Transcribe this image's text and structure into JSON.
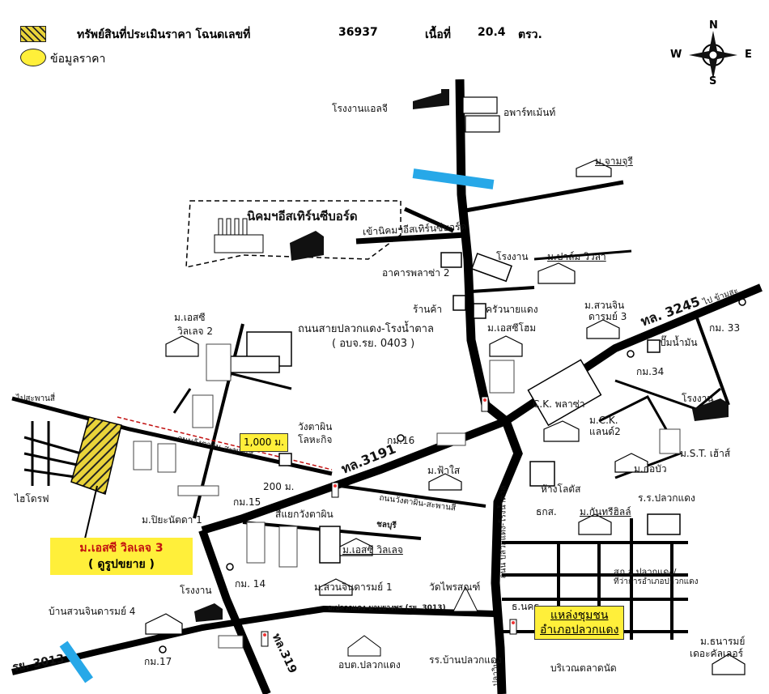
{
  "header": {
    "legend_property": "ทรัพย์สินที่ประเมินราคา โฉนดเลขที่",
    "deed_number": "36937",
    "area_label": "เนื้อที่",
    "area_value": "20.4",
    "area_unit": "ตรว.",
    "legend_price": "ข้อมูลราคา"
  },
  "compass": {
    "n": "N",
    "s": "S",
    "e": "E",
    "w": "W"
  },
  "roads": {
    "r3245": "ทล. 3245",
    "r3245_dir": "ไป ข้ามสะ",
    "r3191": "ทล.3191",
    "r319": "ทล.319",
    "r3013": "รย. 3013",
    "plaeng_road": "ถนนสายปลวกแดง-โรงน้ำตาล",
    "plaeng_code": "( อบจ.รย. 0403 )",
    "wangta_road1": "ถนนวังตาผิน-สะพานสี่",
    "wangta_road2": "ถนนวังตาผิน-สะพานสี่",
    "plaeng_mabyang": "อ.ปลวกแดง-มาบยางพร (รย. 3013)",
    "plaeng_nam": "ถนน ปลวกแดง-โรงน้ำตาล",
    "chon": "ชลบุรี",
    "sadeng": "ปลาวิน",
    "dir_west": "ไปสะพานสี่"
  },
  "places": {
    "lg_factory": "โรงงานแอลจี",
    "apartment": "อพาร์ทเม้นท์",
    "jamjuree": "ม.จามจุรี",
    "eastern_seaboard": "นิคมฯอีสเทิร์นซีบอร์ด",
    "eastern_entrance": "เข้านิคมฯอีสเทิร์นซีบอร์ด",
    "factory": "โรงงาน",
    "palm_villa": "ม.ปาล์ม วิวล่า",
    "plaza2": "อาคารพลาซ่า 2",
    "shop": "ร้านค้า",
    "krua_nai_daeng": "ครัวนายแดง",
    "suan_jin_darm3_a": "ม.สวนจิน",
    "suan_jin_darm3_b": "ดารมย์ 3",
    "sc_home": "ม.เอสซีโฮม",
    "sc_village2_a": "ม.เอสซี",
    "sc_village2_b": "วิลเลจ 2",
    "gas_station": "ปั๊มน้ำมัน",
    "km33": "กม. 33",
    "km34": "กม.34",
    "factory2": "โรงงาน",
    "ck_plaza": "C.K. พลาซ่า",
    "ck_land2_a": "ม.C.K.",
    "ck_land2_b": "แลนด์2",
    "st_house": "ม.S.T. เฮ้าส์",
    "kobua": "ม.กอบัว",
    "wangtapin_a": "วังตาผิน",
    "wangtapin_b": "โลหะกิจ",
    "km16": "กม.16",
    "fasai": "ม.ฟ้าใส",
    "lotus": "ห้างโลตัส",
    "plaeng_hosp": "ร.ร.ปลวกแดง",
    "bks": "ธกส.",
    "kantree": "ม.กันทรีฮิลล์",
    "km15": "กม.15",
    "piyanat": "ม.ปิยะนัตดา 1",
    "wangtapin_jn": "สี่แยกวังตาผิน",
    "sc_village": "ม.เอสซี วิลเลจ",
    "km14": "กม. 14",
    "factory3": "โรงงาน",
    "suan_jin_darm1": "ม.สวนจินดารมย์ 1",
    "wat_phraiset": "วัดไพรสณฑ์",
    "police": "สภ.อ.ปลวกแดง/",
    "district_office": "ที่ว่าการอำเภอปลวกแดง",
    "bank": "ธ.นคร",
    "community_a": "แหล่งชุมชน",
    "community_b": "อำเภอปลวกแดง",
    "suan_jin_darm4": "บ้านสวนจินดารมย์ 4",
    "km17": "กม.17",
    "obt": "อบต.ปลวกแดง",
    "school": "รร.บ้านปลวกแดง",
    "market": "บริเวณตลาดนัด",
    "thanarom_a": "ม.ธนารมย์",
    "thanarom_b": "เดอะคัลเลอร์",
    "plaeng_sign": "ไฮโดรฟ",
    "dist1000": "1,000 ม.",
    "dist200": "200 ม."
  },
  "subject_box": {
    "line1": "ม.เอสซี วิลเลจ 3",
    "line2": "( ดูรูปขยาย )"
  },
  "colors": {
    "yellow": "#ffef3a",
    "water": "#27a8e8",
    "hatch": "#e9d33a",
    "red": "#c21010"
  }
}
